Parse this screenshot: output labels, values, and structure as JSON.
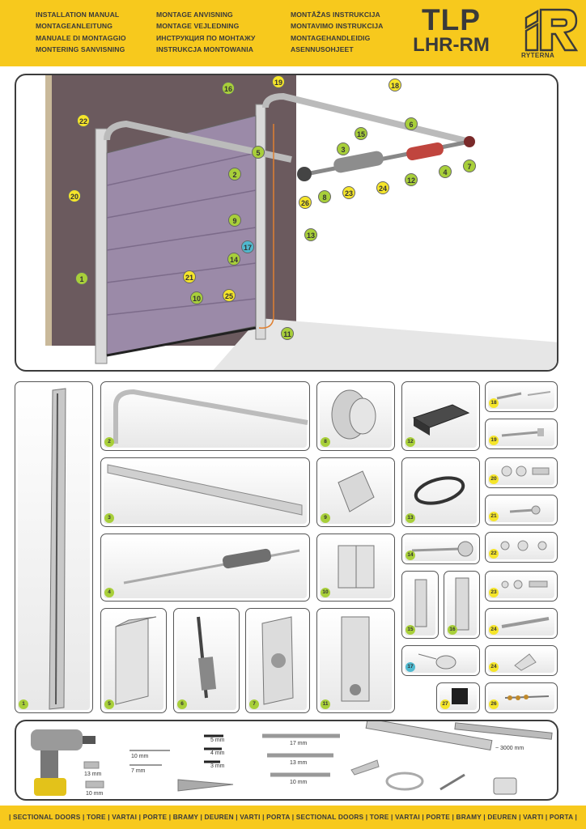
{
  "header": {
    "col1": [
      "INSTALLATION MANUAL",
      "MONTAGEANLEITUNG",
      "MANUALE DI MONTAGGIO",
      "MONTERING SANVISNING"
    ],
    "col2": [
      "MONTAGE ANVISNING",
      "MONTAGE VEJLEDNING",
      "ИНСТРУКЦИЯ ПО МОНТАЖУ",
      "INSTRUKCJA MONTOWANIA"
    ],
    "col3": [
      "MONTĀŽAS INSTRUKCIJA",
      "MONTAVIMO INSTRUKCIJA",
      "MONTAGEHANDLEIDIG",
      "ASENNUSOHJEET"
    ],
    "title": "TLP",
    "subtitle": "LHR-RM",
    "brand": "RYTERNA"
  },
  "callouts": [
    {
      "n": "16",
      "c": "g"
    },
    {
      "n": "19",
      "c": "y"
    },
    {
      "n": "18",
      "c": "y"
    },
    {
      "n": "22",
      "c": "y"
    },
    {
      "n": "6",
      "c": "g"
    },
    {
      "n": "15",
      "c": "g"
    },
    {
      "n": "3",
      "c": "g"
    },
    {
      "n": "5",
      "c": "g"
    },
    {
      "n": "2",
      "c": "g"
    },
    {
      "n": "12",
      "c": "g"
    },
    {
      "n": "4",
      "c": "g"
    },
    {
      "n": "7",
      "c": "g"
    },
    {
      "n": "20",
      "c": "y"
    },
    {
      "n": "26",
      "c": "y"
    },
    {
      "n": "8",
      "c": "g"
    },
    {
      "n": "23",
      "c": "y"
    },
    {
      "n": "24",
      "c": "y"
    },
    {
      "n": "9",
      "c": "g"
    },
    {
      "n": "13",
      "c": "g"
    },
    {
      "n": "17",
      "c": "b"
    },
    {
      "n": "14",
      "c": "g"
    },
    {
      "n": "1",
      "c": "g"
    },
    {
      "n": "21",
      "c": "y"
    },
    {
      "n": "10",
      "c": "g"
    },
    {
      "n": "25",
      "c": "y"
    },
    {
      "n": "11",
      "c": "g"
    }
  ],
  "parts": {
    "p1": "1",
    "p2": "2",
    "p3": "3",
    "p4": "4",
    "p5": "5",
    "p6": "6",
    "p7": "7",
    "p8": "8",
    "p9": "9",
    "p10": "10",
    "p11": "11",
    "p12": "12",
    "p13": "13",
    "p14": "14",
    "p15": "15",
    "p16": "16",
    "p17": "17",
    "p18": "18",
    "p19": "19",
    "p20": "20",
    "p21": "21",
    "p22": "22",
    "p23": "23",
    "p24a": "24",
    "p24b": "24",
    "p26": "26",
    "p27": "27"
  },
  "tools": {
    "drill_10": "10 mm",
    "drill_7": "7 mm",
    "socket_13": "13 mm",
    "socket_10": "10 mm",
    "hex_5": "5 mm",
    "hex_4": "4 mm",
    "hex_3": "3 mm",
    "wrench_17": "17 mm",
    "wrench_13": "13 mm",
    "wrench_10": "10 mm",
    "ruler": "~ 3000 mm"
  },
  "footer": "| SECTIONAL DOORS | TORE | VARTAI | PORTE | BRAMY | DEUREN | VARTI | PORTA | SECTIONAL DOORS | TORE | VARTAI | PORTE | BRAMY | DEUREN | VARTI | PORTA |",
  "colors": {
    "yellow": "#f7c91d",
    "green_badge": "#a8cf3a",
    "yellow_badge": "#f5e52a",
    "blue_badge": "#4fb9cf",
    "wall": "#6b5a5e",
    "door": "#9b8aa8"
  }
}
